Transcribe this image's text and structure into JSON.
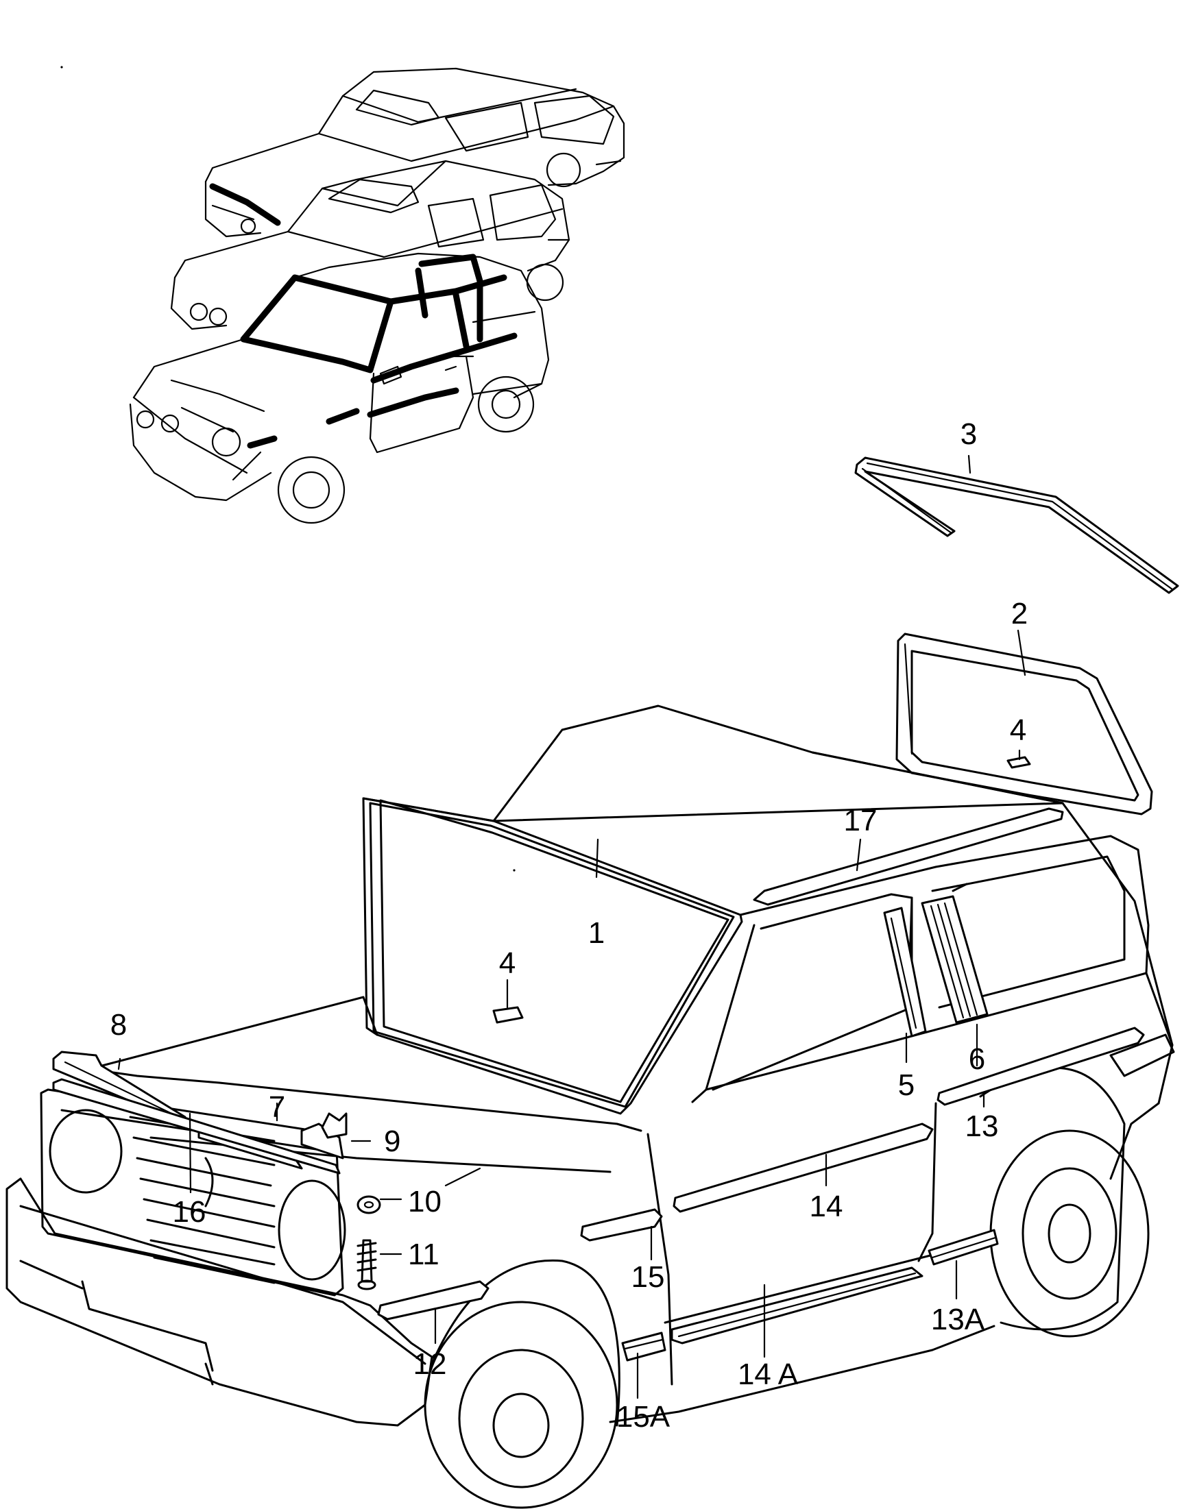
{
  "colors": {
    "ink": "#000000",
    "background": "#ffffff"
  },
  "callouts": [
    {
      "id": "c1",
      "label": "1"
    },
    {
      "id": "c2",
      "label": "2"
    },
    {
      "id": "c3",
      "label": "3"
    },
    {
      "id": "c4a",
      "label": "4"
    },
    {
      "id": "c4b",
      "label": "4"
    },
    {
      "id": "c5",
      "label": "5"
    },
    {
      "id": "c6",
      "label": "6"
    },
    {
      "id": "c7",
      "label": "7"
    },
    {
      "id": "c8",
      "label": "8"
    },
    {
      "id": "c9",
      "label": "9"
    },
    {
      "id": "c10",
      "label": "10"
    },
    {
      "id": "c11",
      "label": "11"
    },
    {
      "id": "c12",
      "label": "12"
    },
    {
      "id": "c13",
      "label": "13"
    },
    {
      "id": "c13a",
      "label": "13A"
    },
    {
      "id": "c14",
      "label": "14"
    },
    {
      "id": "c14a",
      "label": "14 A"
    },
    {
      "id": "c15",
      "label": "15"
    },
    {
      "id": "c15a",
      "label": "15A"
    },
    {
      "id": "c16",
      "label": "16"
    },
    {
      "id": "c17",
      "label": "17"
    }
  ]
}
